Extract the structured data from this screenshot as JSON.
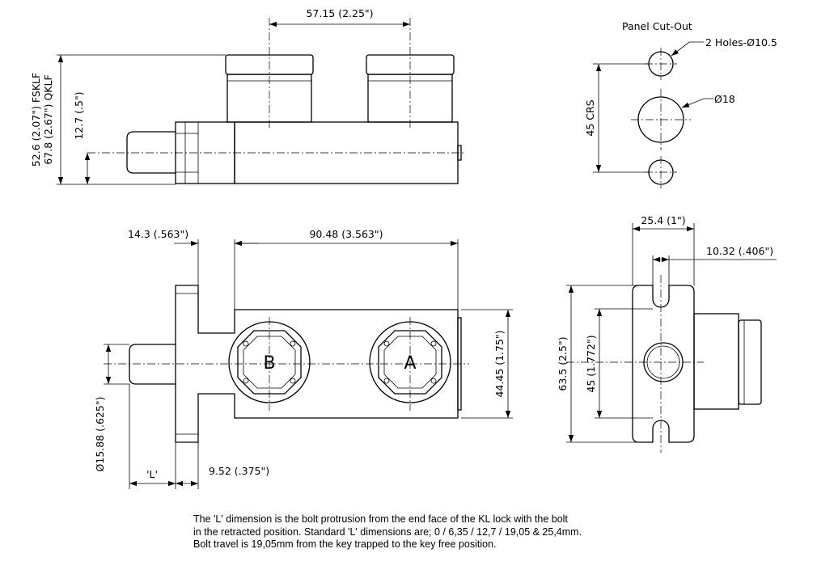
{
  "top_view": {
    "key_spacing": "57.15 (2.25\")",
    "height_fsklf": "52.6 (2.07\") FSKLF",
    "height_qklf": "67.8 (2.67\") QKLF",
    "bolt_height": "12.7 (.5\")"
  },
  "panel_cutout": {
    "title": "Panel Cut-Out",
    "holes_label": "2 Holes-Ø10.5",
    "center_hole_label": "Ø18",
    "spacing_label": "45 CRS"
  },
  "front_view": {
    "flange_width": "14.3 (.563\")",
    "body_length": "90.48 (3.563\")",
    "body_height": "44.45 (1.75\")",
    "bolt_diameter": "Ø15.88 (.625\")",
    "l_dimension": "'L'",
    "flange_thickness": "9.52 (.375\")",
    "key_b": "B",
    "key_a": "A"
  },
  "end_view": {
    "width": "25.4 (1\")",
    "slot_offset": "10.32 (.406\")",
    "overall_height": "63.5 (2.5\")",
    "hole_spacing": "45 (1.772\")"
  },
  "note": {
    "line1": "The 'L' dimension is the bolt protrusion from the end face of the KL lock with the bolt",
    "line2": "in the retracted position. Standard 'L' dimensions are; 0 / 6,35 / 12,7 / 19,05 & 25,4mm.",
    "line3": "Bolt travel is 19,05mm from the key trapped to the key free position."
  }
}
